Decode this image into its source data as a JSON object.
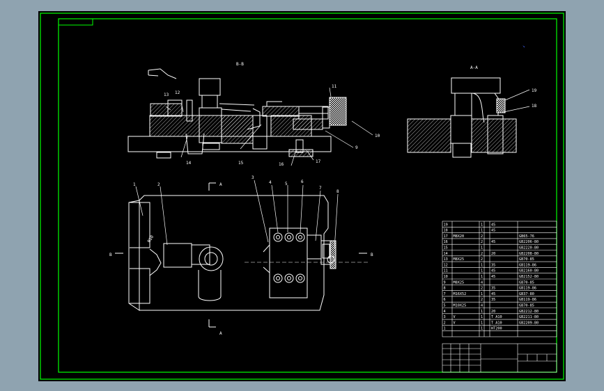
{
  "views": {
    "section_bb": "B-B",
    "section_aa": "A-A",
    "arrow_a": "A",
    "arrow_b": "B"
  },
  "callouts_section": [
    "13",
    "12",
    "11",
    "10",
    "9",
    "14",
    "15",
    "16",
    "17"
  ],
  "callouts_plan": [
    "1",
    "2",
    "3",
    "4",
    "5",
    "6",
    "7",
    "8"
  ],
  "callouts_aa": [
    "19",
    "18"
  ],
  "hole_label": "R10",
  "bom_rows": [
    {
      "no": "19",
      "name": "",
      "qty": "1",
      "material": "45",
      "std": ""
    },
    {
      "no": "18",
      "name": "",
      "qty": "1",
      "material": "45",
      "std": ""
    },
    {
      "no": "17",
      "name": "M8X20",
      "qty": "2",
      "material": "",
      "std": "GB65-76"
    },
    {
      "no": "16",
      "name": "",
      "qty": "2",
      "material": "45",
      "std": "GB2206-80"
    },
    {
      "no": "15",
      "name": "",
      "qty": "1",
      "material": "",
      "std": "GB2220-80"
    },
    {
      "no": "14",
      "name": "",
      "qty": "2",
      "material": "20",
      "std": "GB2208-80"
    },
    {
      "no": "13",
      "name": "M8X25",
      "qty": "2",
      "material": "",
      "std": "GB70-85"
    },
    {
      "no": "12",
      "name": "",
      "qty": "1",
      "material": "35",
      "std": "GB119-86"
    },
    {
      "no": "11",
      "name": "",
      "qty": "1",
      "material": "45",
      "std": "GB2160-80"
    },
    {
      "no": "10",
      "name": "",
      "qty": "1",
      "material": "45",
      "std": "GB2152-80"
    },
    {
      "no": "9",
      "name": "M8X25",
      "qty": "4",
      "material": "",
      "std": "GB70-85"
    },
    {
      "no": "8",
      "name": "",
      "qty": "2",
      "material": "35",
      "std": "GB119-86"
    },
    {
      "no": "7",
      "name": "M16X52",
      "qty": "1",
      "material": "45",
      "std": "GB37-80"
    },
    {
      "no": "6",
      "name": "",
      "qty": "2",
      "material": "35",
      "std": "GB119-86"
    },
    {
      "no": "5",
      "name": "M10X25",
      "qty": "4",
      "material": "",
      "std": "GB70-85"
    },
    {
      "no": "4",
      "name": "",
      "qty": "1",
      "material": "20",
      "std": "GB2212-80"
    },
    {
      "no": "3",
      "name": "V",
      "qty": "1",
      "material": "T A10",
      "std": "GB2211-80"
    },
    {
      "no": "2",
      "name": "V",
      "qty": "1",
      "material": "T A10",
      "std": "GB2209-80"
    },
    {
      "no": "1",
      "name": "",
      "qty": "1",
      "material": "HT200",
      "std": ""
    }
  ],
  "bom_header": {
    "material": "",
    "std": ""
  },
  "colors": {
    "frame": "#00ff00",
    "line": "#ffffff",
    "hatch": "#ffffff",
    "sheet": "#000000"
  }
}
